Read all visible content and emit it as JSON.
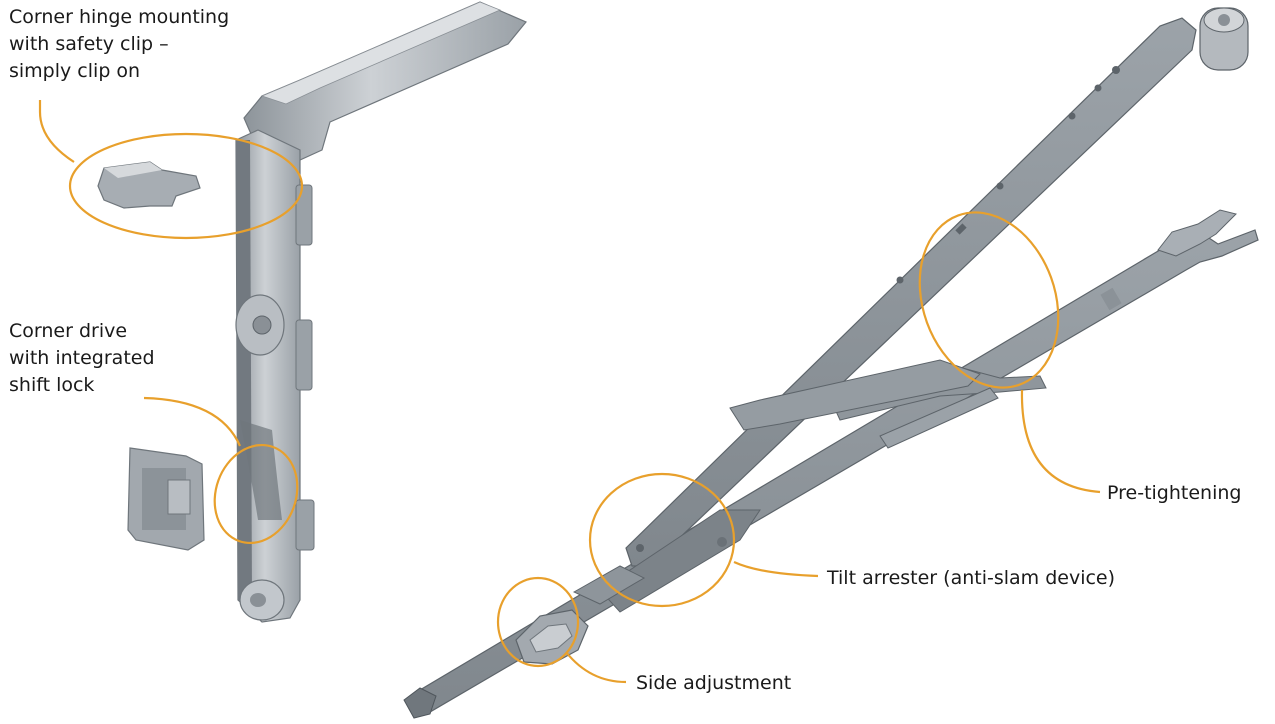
{
  "colors": {
    "callout_orange": "#e8a02c",
    "metal_light": "#c7cbd0",
    "metal_mid": "#a9afb5",
    "metal_dark": "#7b8288",
    "metal_shadow": "#5d646a"
  },
  "callouts": {
    "corner_hinge": {
      "lines": [
        "Corner hinge mounting",
        "with safety clip –",
        "simply clip on"
      ]
    },
    "corner_drive": {
      "lines": [
        "Corner drive",
        "with integrated",
        "shift lock"
      ]
    },
    "pre_tightening": {
      "label": "Pre-tightening"
    },
    "tilt_arrester": {
      "label": "Tilt arrester (anti-slam device)"
    },
    "side_adjustment": {
      "label": "Side adjustment"
    }
  }
}
